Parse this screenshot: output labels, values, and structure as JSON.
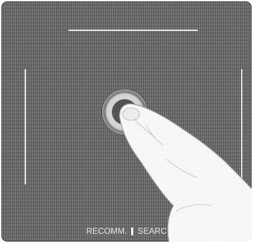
{
  "device": {
    "name": "remote-touchpad"
  },
  "touchpad": {
    "labels": {
      "left": "RECOMM.",
      "right": "SEARC"
    }
  },
  "icons": {
    "center_button": "circle-button-icon",
    "finger": "finger-press-icon"
  },
  "colors": {
    "surface": "#6c6c6c",
    "guide": "#e8e8e8",
    "finger": "#ffffff"
  }
}
